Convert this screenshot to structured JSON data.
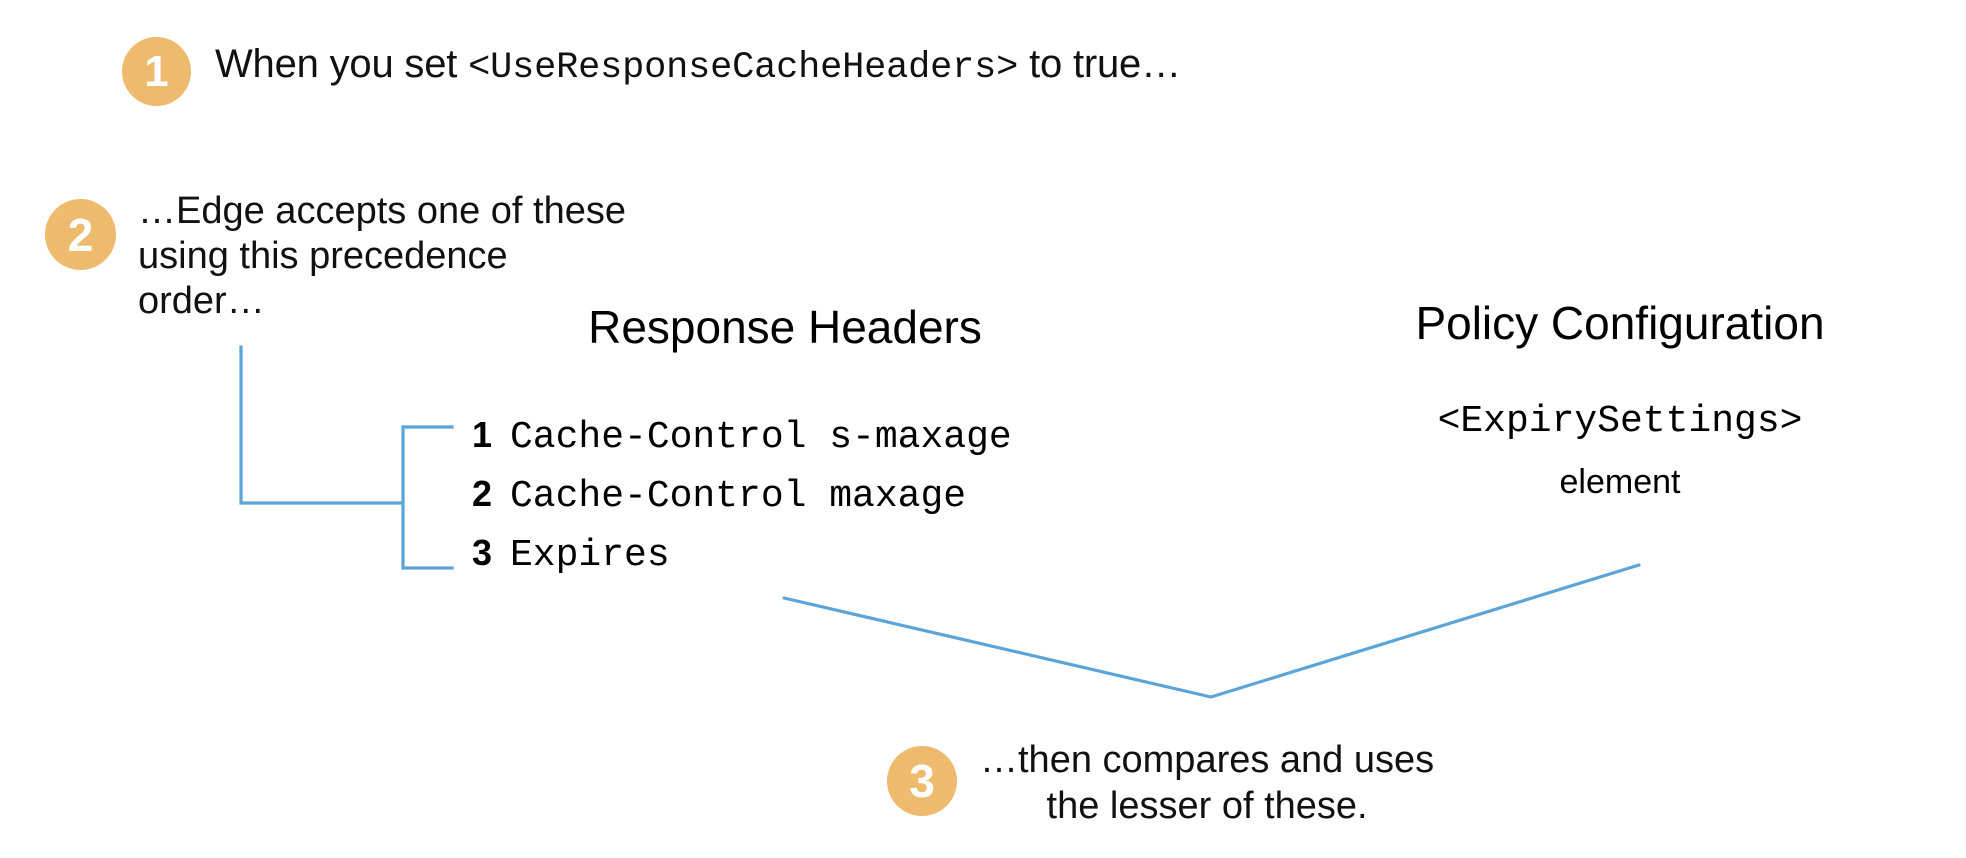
{
  "theme": {
    "background": "#ffffff",
    "badge_fill": "#eeba6d",
    "badge_text": "#ffffff",
    "connector_line": "#5ba4d8",
    "body_text": "#111111"
  },
  "steps": [
    {
      "number": "1",
      "badge_name": "step-1-badge",
      "text_before": "When you set ",
      "text_code": "<UseResponseCacheHeaders>",
      "text_after": " to true…"
    },
    {
      "number": "2",
      "badge_name": "step-2-badge",
      "text": "…Edge accepts one of these\nusing this precedence\norder…"
    },
    {
      "number": "3",
      "badge_name": "step-3-badge",
      "text": "…then compares and uses\nthe lesser of these."
    }
  ],
  "columns": {
    "response_headers": {
      "heading": "Response Headers",
      "items": [
        {
          "rank": "1",
          "name": "Cache-Control s-maxage"
        },
        {
          "rank": "2",
          "name": "Cache-Control maxage"
        },
        {
          "rank": "3",
          "name": "Expires"
        }
      ]
    },
    "policy_configuration": {
      "heading": "Policy Configuration",
      "element_name": "<ExpirySettings>",
      "element_label": "element"
    }
  },
  "connectors": {
    "precedence_bracket_name": "precedence-bracket",
    "comparison_v_name": "comparison-connector"
  }
}
